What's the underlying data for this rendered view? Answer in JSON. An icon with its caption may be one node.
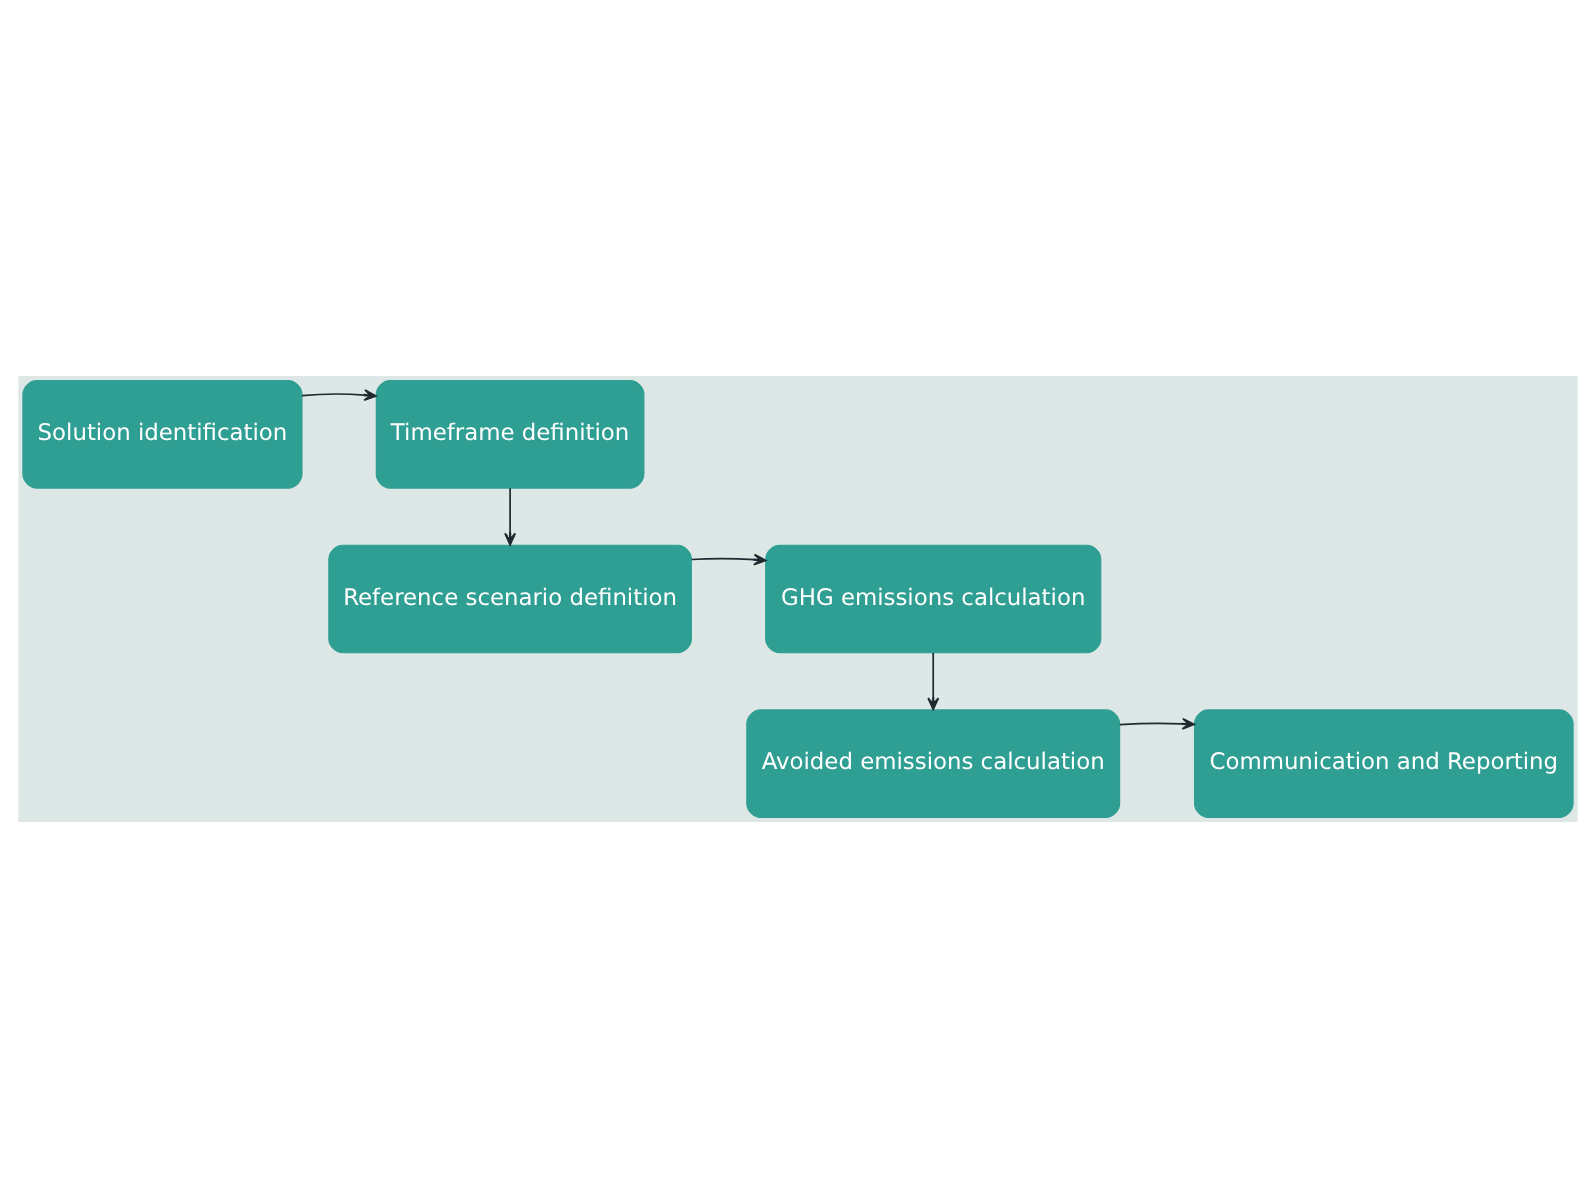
{
  "diagram": {
    "nodes": [
      {
        "text": [
          "Solution identification"
        ]
      },
      {
        "text": [
          "Timeframe definition"
        ]
      },
      {
        "text": [
          "Reference scenario definition"
        ]
      },
      {
        "text": [
          "GHG emissions calculation"
        ]
      },
      {
        "text": [
          "Avoided emissions calculation"
        ]
      },
      {
        "text": [
          "Communication and Reporting"
        ]
      }
    ],
    "edges": [
      {
        "from": 0,
        "to": 1,
        "arrow": "to"
      },
      {
        "from": 1,
        "to": 2,
        "arrow": "to"
      },
      {
        "from": 2,
        "to": 3,
        "arrow": "to"
      },
      {
        "from": 3,
        "to": 4,
        "arrow": "to"
      },
      {
        "from": 4,
        "to": 5,
        "arrow": "to"
      }
    ]
  }
}
